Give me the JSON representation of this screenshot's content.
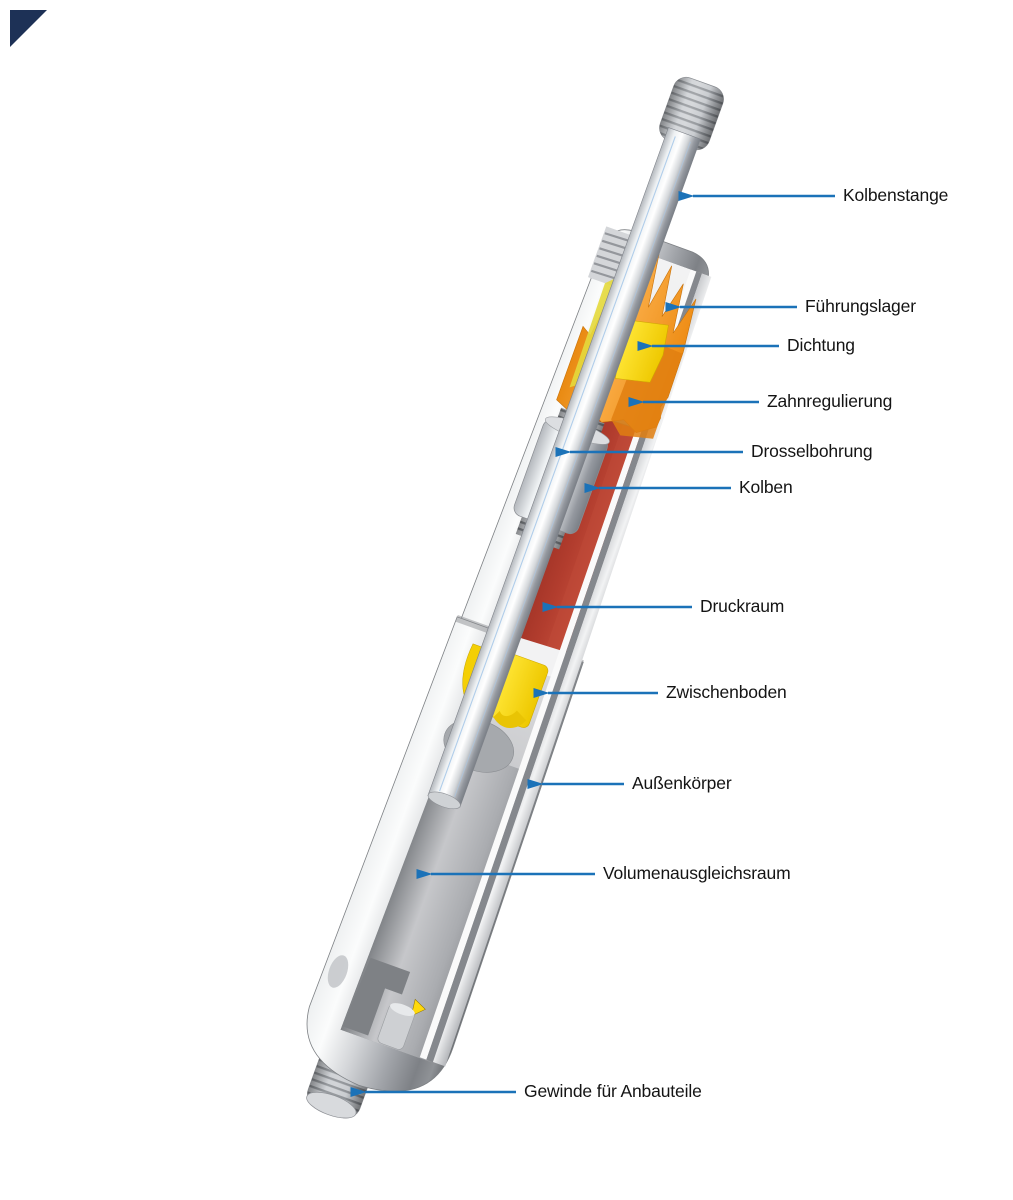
{
  "page": {
    "background_color": "#ffffff",
    "description_of_subject": "Cutaway technical illustration of a gas spring (Gaszugfeder/Gasdruckfeder) shown diagonally with labeled internal parts"
  },
  "corner_mark": {
    "shape": "triangle",
    "color": "#1d3156"
  },
  "colors": {
    "arrow_blue": "#1b72b8",
    "label_text": "#141414",
    "body_chrome_light": "#fbfcfc",
    "body_chrome_dark": "#6c6f73",
    "guide_bearing_orange": "#f29d2e",
    "seal_yellow": "#f7d408",
    "pressure_chamber_red": "#a33427",
    "interior_gray": "#9d9fa3"
  },
  "labels": [
    {
      "text": "Kolbenstange"
    },
    {
      "text": "Führungslager"
    },
    {
      "text": "Dichtung"
    },
    {
      "text": "Zahnregulierung"
    },
    {
      "text": "Drosselbohrung"
    },
    {
      "text": "Kolben"
    },
    {
      "text": "Druckraum"
    },
    {
      "text": "Zwischenboden"
    },
    {
      "text": "Außenkörper"
    },
    {
      "text": "Volumenausgleichsraum"
    },
    {
      "text": "Gewinde für Anbauteile"
    }
  ]
}
